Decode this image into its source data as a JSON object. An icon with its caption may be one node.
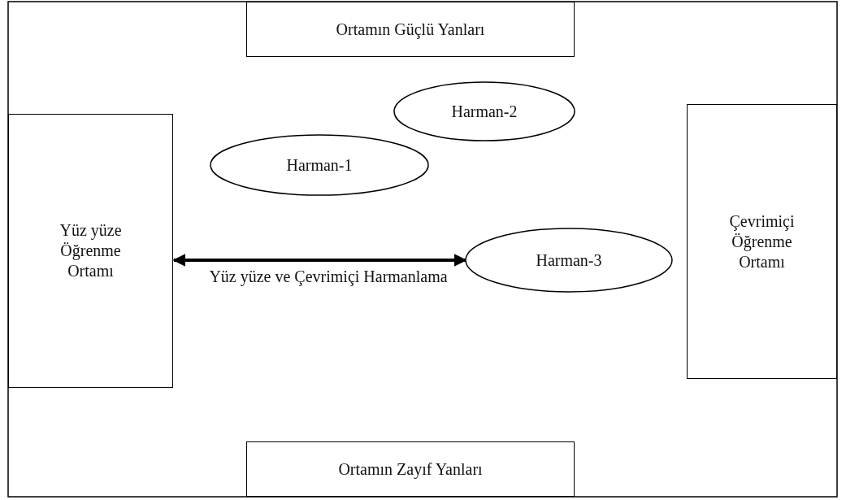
{
  "diagram": {
    "nodes": [
      {
        "text": [
          "Ortamın Güçlü Yanları"
        ]
      },
      {
        "text": [
          "Harman-2"
        ]
      },
      {
        "text": [
          "Harman-1"
        ]
      },
      {
        "text": [
          "Yüz yüze Öğrenme Ortamı"
        ]
      },
      {
        "text": [
          "Çevrimiçi Öğrenme Ortamı"
        ]
      },
      {
        "text": [
          "Harman-3"
        ]
      },
      {
        "text": [
          "Ortamın Zayıf Yanları"
        ]
      }
    ],
    "edges": [
      {
        "from": 3,
        "to": 5,
        "arrow": "both",
        "label": "Yüz yüze ve Çevrimiçi Harmanlama"
      }
    ]
  }
}
